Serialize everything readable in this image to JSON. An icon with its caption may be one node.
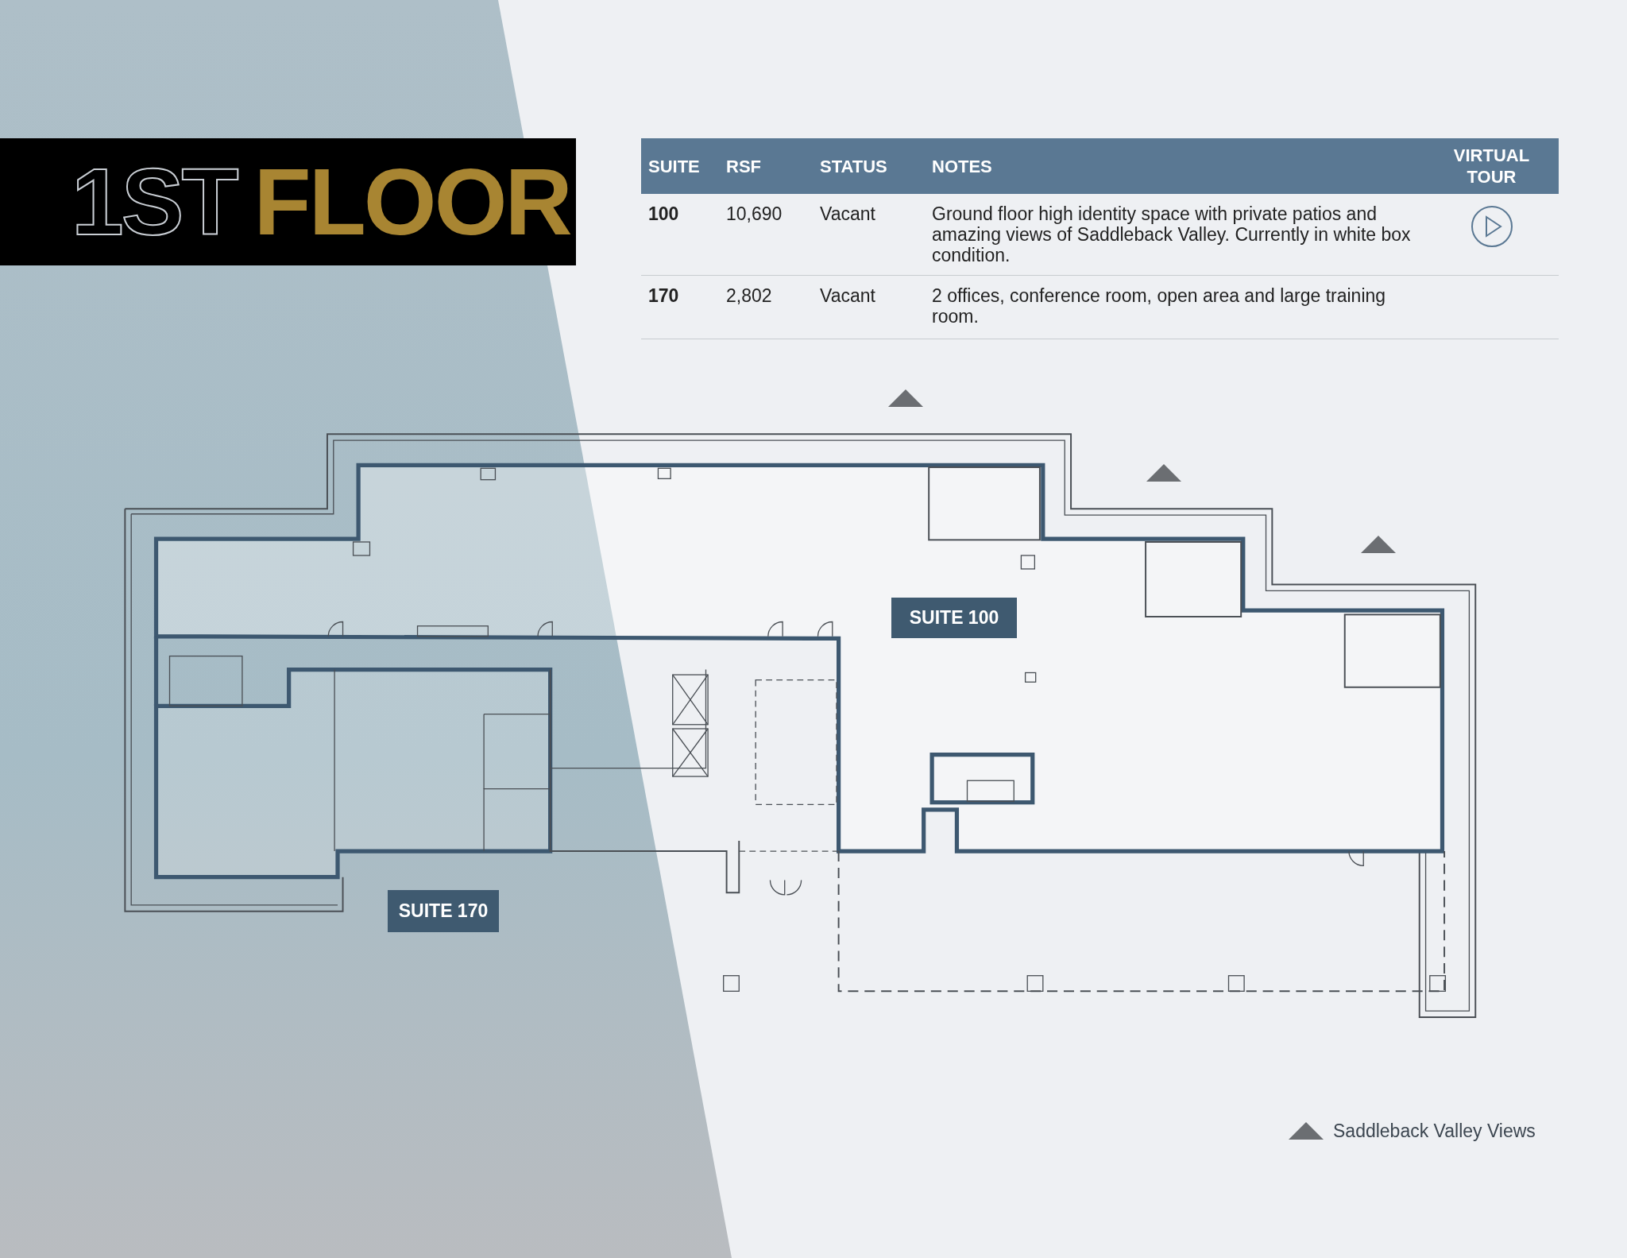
{
  "diagram": {
    "title": "1ST FLOOR",
    "nodes": [
      {
        "text": [
          "SUITE 100"
        ]
      },
      {
        "text": [
          "SUITE 170"
        ]
      }
    ],
    "labels": [
      "SUITE",
      "RSF",
      "STATUS",
      "NOTES",
      "VIRTUAL TOUR",
      "100",
      "10,690",
      "Vacant",
      "Ground floor high identity space with private patios and amazing views of Saddleback Valley. Currently in white box condition.",
      "170",
      "2,802",
      "Vacant",
      "2 offices, conference room, open area and large training room."
    ],
    "legend": [
      {
        "text": "Saddleback Valley Views"
      }
    ]
  }
}
